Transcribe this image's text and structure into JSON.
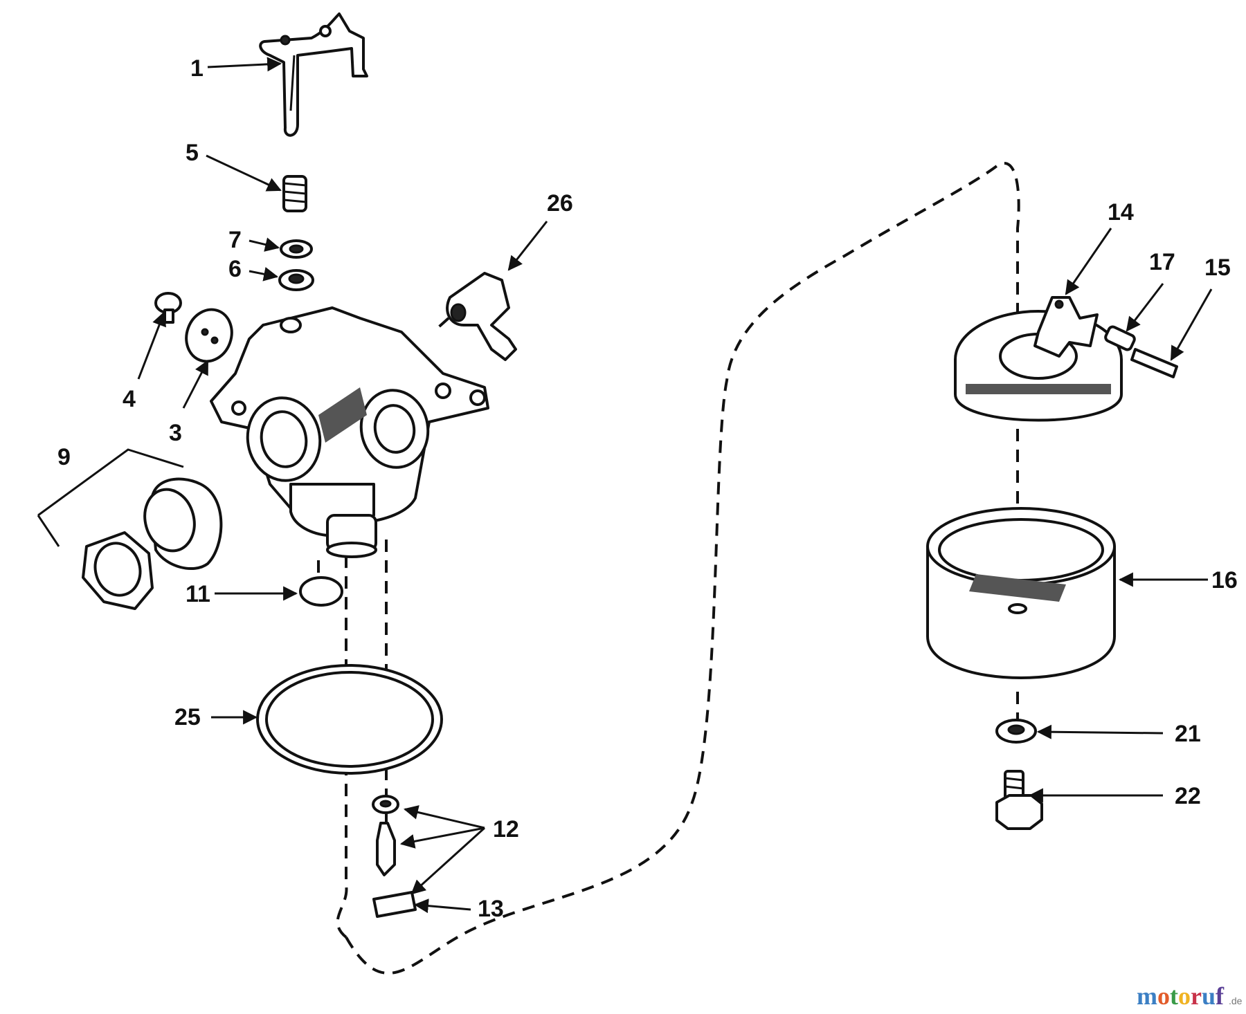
{
  "callouts": {
    "c1": "1",
    "c3": "3",
    "c4": "4",
    "c5": "5",
    "c6": "6",
    "c7": "7",
    "c9": "9",
    "c11": "11",
    "c12": "12",
    "c13": "13",
    "c14": "14",
    "c15": "15",
    "c16": "16",
    "c17": "17",
    "c21": "21",
    "c22": "22",
    "c25": "25",
    "c26": "26"
  },
  "watermark": {
    "text": "motoruf",
    "suffix": ".de"
  }
}
